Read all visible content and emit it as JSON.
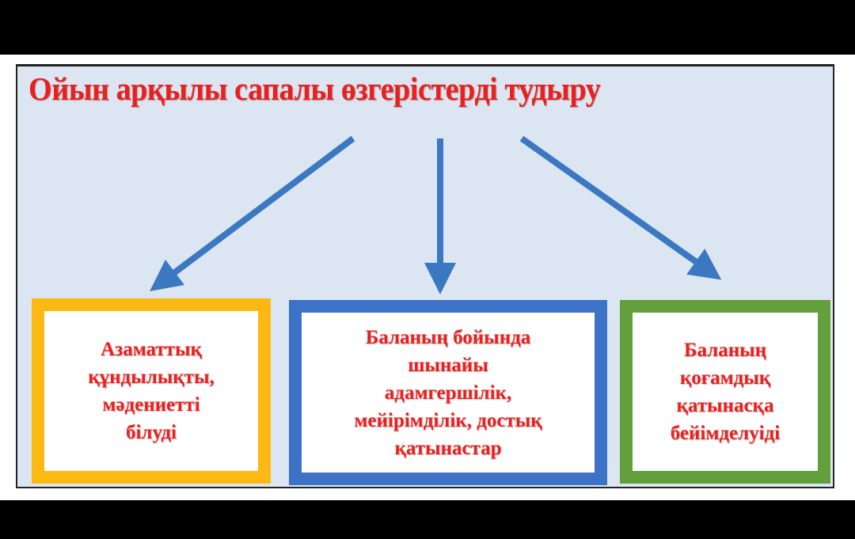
{
  "title": "Ойын арқылы сапалы өзгерістерді тудыру",
  "boxes": [
    {
      "text": "Азаматтық\nқұндылықты,\nмәдениетті\nбілуді",
      "color": "#fdb913"
    },
    {
      "text": "Баланың бойында\nшынайы\nадамгершілік,\nмейірімділік, достық\nқатынастар",
      "color": "#3c73c6"
    },
    {
      "text": "Баланың\nқоғамдық\nқатынасқа\nбейімделуіді",
      "color": "#61a03a"
    }
  ],
  "colors": {
    "title": "#e8211f",
    "arrow": "#3b78c2",
    "background": "#dce6f2"
  }
}
